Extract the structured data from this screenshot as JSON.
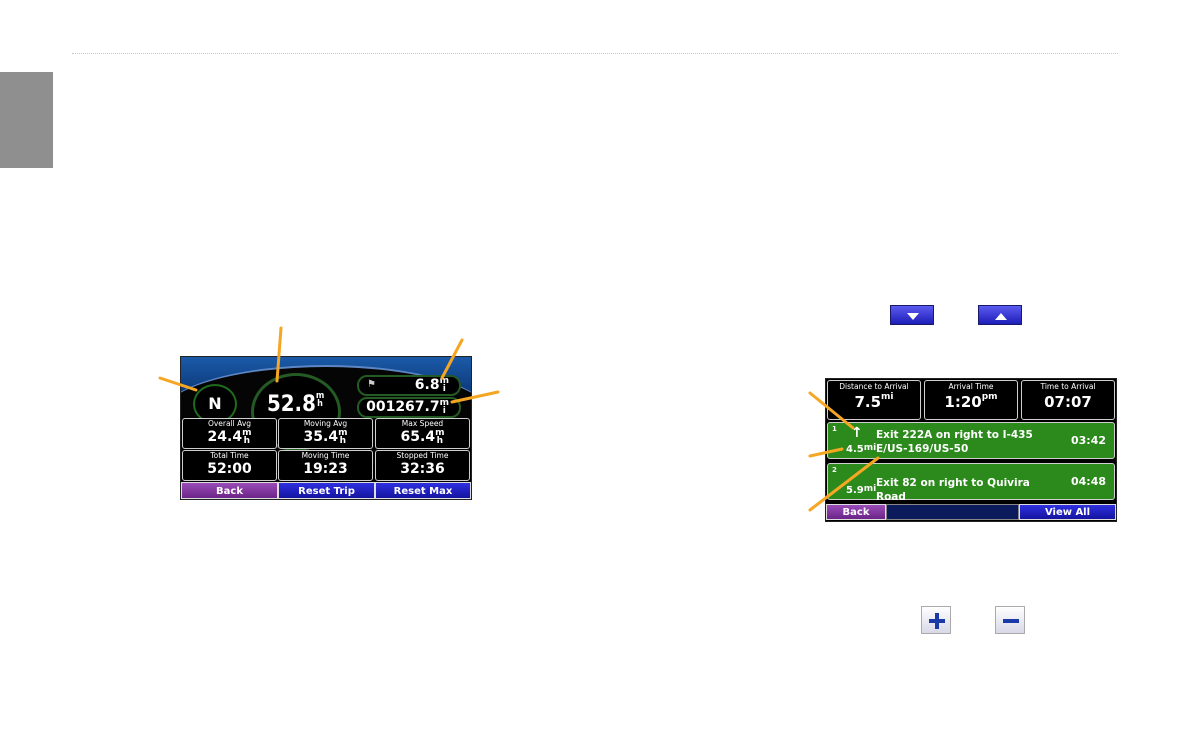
{
  "trip_computer": {
    "compass": "N",
    "speed": "52.8",
    "speed_unit_top": "m",
    "speed_unit_bottom": "h",
    "trip_odometer": "6.8",
    "odometer": "001267.7",
    "dist_unit_top": "m",
    "dist_unit_bottom": "i",
    "cells": [
      {
        "label": "Overall Avg",
        "value": "24.4"
      },
      {
        "label": "Moving Avg",
        "value": "35.4"
      },
      {
        "label": "Max Speed",
        "value": "65.4"
      },
      {
        "label": "Total Time",
        "value": "52:00"
      },
      {
        "label": "Moving Time",
        "value": "19:23"
      },
      {
        "label": "Stopped Time",
        "value": "32:36"
      }
    ],
    "buttons": {
      "back": "Back",
      "reset_trip": "Reset Trip",
      "reset_max": "Reset Max"
    }
  },
  "route_list": {
    "headers": [
      {
        "label": "Distance to Arrival",
        "value": "7.5"
      },
      {
        "label": "Arrival Time",
        "value": "1:20"
      },
      {
        "label": "Time to Arrival",
        "value": "07:07"
      }
    ],
    "dist_unit": "mi",
    "time_suffix": "pm",
    "rows": [
      {
        "num": "1",
        "distance": "4.5",
        "instruction": "Exit 222A on right to I-435 E/US-169/US-50",
        "time": "03:42"
      },
      {
        "num": "2",
        "distance": "5.9",
        "instruction": "Exit 82 on right to Quivira Road",
        "time": "04:48"
      }
    ],
    "buttons": {
      "back": "Back",
      "view_all": "View All"
    }
  },
  "icons": {
    "scroll_down": "arrow-down-icon",
    "scroll_up": "arrow-up-icon",
    "zoom_in": "plus-icon",
    "zoom_out": "minus-icon"
  },
  "colors": {
    "callout": "#f5a623",
    "route_green": "#2c8a1c",
    "button_purple": "#7b2f9a",
    "button_blue": "#2020c8"
  }
}
